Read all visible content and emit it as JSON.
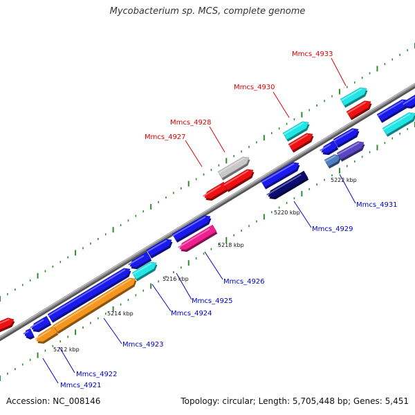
{
  "title": "Mycobacterium sp. MCS, complete genome",
  "footer": {
    "accession": "Accession: NC_008146",
    "summary": "Topology: circular; Length: 5,705,448 bp; Genes: 5,451"
  },
  "colors": {
    "backbone": "#8c8c8c",
    "tick": "#2e8b2e",
    "upper_label": "#dd0000",
    "lower_label": "#0000cc",
    "cds_blue": "#1a1aee",
    "orange": "#f5961e",
    "cyan": "#22e6e6",
    "magenta": "#ee1f8e",
    "red": "#ee1111",
    "gray": "#c8c8c8",
    "navy": "#0b0b70",
    "steel": "#4f7fc0",
    "purple": "#5a46c0"
  },
  "scale_labels": [
    "5212 kbp",
    "5214 kbp",
    "5216 kbp",
    "5218 kbp",
    "5220 kbp",
    "5222 kbp"
  ],
  "gene_labels_upper": [
    "Mmcs_4927",
    "Mmcs_4928",
    "Mmcs_4930",
    "Mmcs_4933"
  ],
  "gene_labels_lower": [
    "Mmcs_4921",
    "Mmcs_4922",
    "Mmcs_4923",
    "Mmcs_4924",
    "Mmcs_4925",
    "Mmcs_4926",
    "Mmcs_4929",
    "Mmcs_4931"
  ]
}
